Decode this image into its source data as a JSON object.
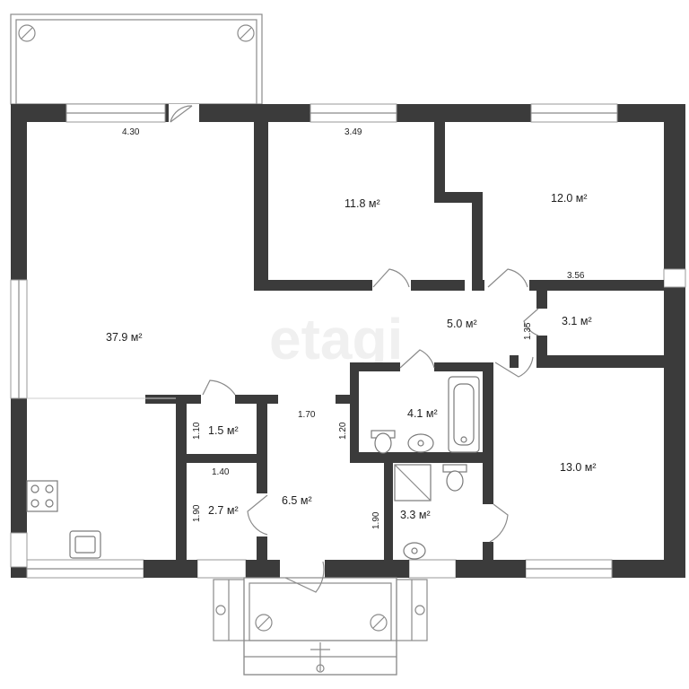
{
  "watermark": "etagi",
  "areas": {
    "living_kitchen": "37.9 м²",
    "bedroom_1": "11.8 м²",
    "bedroom_2": "12.0 м²",
    "hall": "5.0 м²",
    "storage_1": "3.1 м²",
    "bathroom": "4.1 м²",
    "closet": "1.5 м²",
    "room_small": "2.7 м²",
    "corridor": "6.5 м²",
    "toilet": "3.3 м²",
    "bedroom_3": "13.0 м²"
  },
  "dimensions": {
    "living_width": "4.30",
    "bedroom1_width": "3.49",
    "bedroom2_width": "3.56",
    "hall_door": "1.35",
    "corridor_width": "1.70",
    "bath_wall": "1.20",
    "closet_height": "1.10",
    "room_small_width": "1.40",
    "room_small_height": "1.90",
    "corridor_height": "1.90"
  }
}
